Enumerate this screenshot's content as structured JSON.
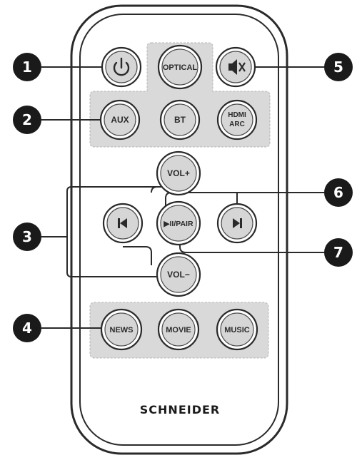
{
  "brand": "SCHNEIDER",
  "buttons": {
    "power_icon": "power-icon",
    "optical": "OPTICAL",
    "mute_icon": "mute-icon",
    "aux": "AUX",
    "bt": "BT",
    "hdmi_arc_line1": "HDMI",
    "hdmi_arc_line2": "ARC",
    "vol_up": "VOL+",
    "prev_icon": "previous-track-icon",
    "play_pair": "▶II/PAIR",
    "next_icon": "next-track-icon",
    "vol_down": "VOL−",
    "news": "NEWS",
    "movie": "MOVIE",
    "music": "MUSIC"
  },
  "callouts": [
    "1",
    "2",
    "3",
    "4",
    "5",
    "6",
    "7"
  ],
  "colors": {
    "outline": "#2a2a2a",
    "button_face": "#d6d6d6",
    "panel": "#d9d9d9",
    "callout_fill": "#1a1a1a"
  }
}
